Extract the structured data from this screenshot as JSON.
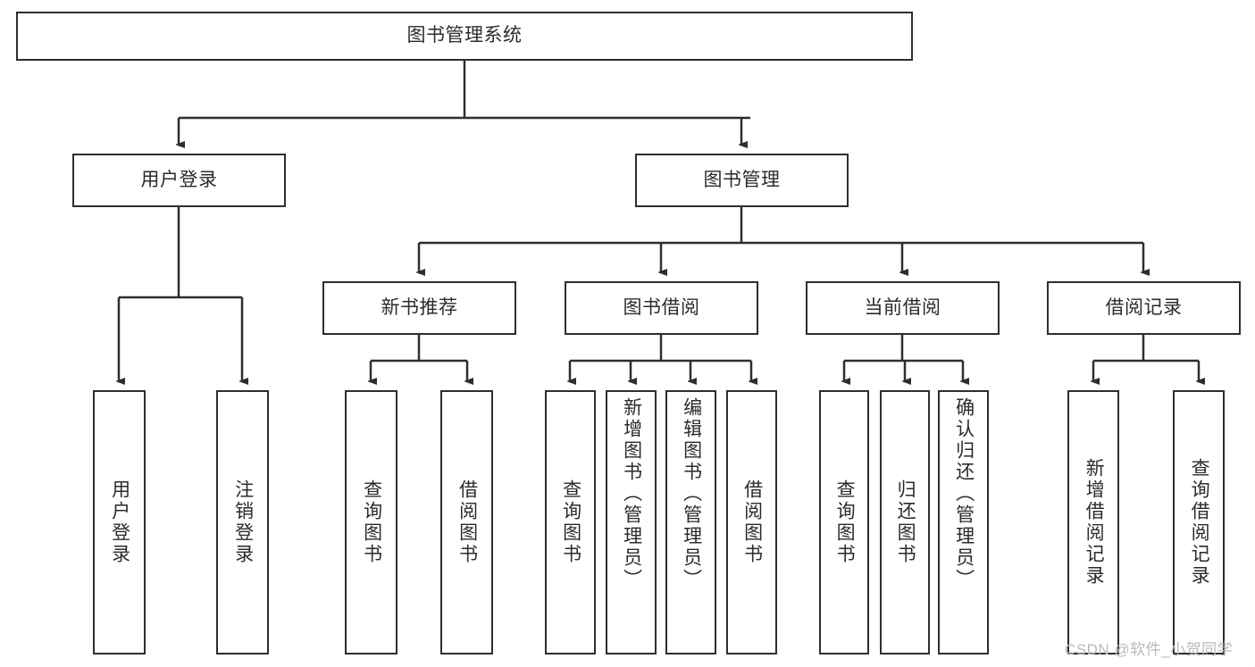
{
  "diagram": {
    "type": "tree",
    "title": "图书管理系统",
    "watermark": "CSDN @软件_小贺同学",
    "colors": {
      "stroke": "#2e2e2e",
      "fill": "#ffffff",
      "text": "#2b2b2b",
      "watermark": "#b9b9b9"
    },
    "nodes": {
      "root": {
        "label": "图书管理系统"
      },
      "level2": [
        {
          "id": "user-login",
          "label": "用户登录"
        },
        {
          "id": "book-manage",
          "label": "图书管理"
        }
      ],
      "level3": [
        {
          "id": "new-book-recommend",
          "label": "新书推荐"
        },
        {
          "id": "book-borrow",
          "label": "图书借阅"
        },
        {
          "id": "current-borrow",
          "label": "当前借阅"
        },
        {
          "id": "borrow-record",
          "label": "借阅记录"
        }
      ],
      "leaves": {
        "user_login": [
          {
            "id": "leaf-user-login",
            "label": "用户登录"
          },
          {
            "id": "leaf-logout",
            "label": "注销登录"
          }
        ],
        "new_book_recommend": [
          {
            "id": "leaf-query-book-1",
            "label": "查询图书"
          },
          {
            "id": "leaf-borrow-book-1",
            "label": "借阅图书"
          }
        ],
        "book_borrow": [
          {
            "id": "leaf-query-book-2",
            "label": "查询图书"
          },
          {
            "id": "leaf-add-book",
            "label": "新增图书（管理员）"
          },
          {
            "id": "leaf-edit-book",
            "label": "编辑图书（管理员）"
          },
          {
            "id": "leaf-borrow-book-2",
            "label": "借阅图书"
          }
        ],
        "current_borrow": [
          {
            "id": "leaf-query-book-3",
            "label": "查询图书"
          },
          {
            "id": "leaf-return-book",
            "label": "归还图书"
          },
          {
            "id": "leaf-confirm-return",
            "label": "确认归还（管理员）"
          }
        ],
        "borrow_record": [
          {
            "id": "leaf-add-record",
            "label": "新增借阅记录"
          },
          {
            "id": "leaf-query-record",
            "label": "查询借阅记录"
          }
        ]
      }
    }
  }
}
